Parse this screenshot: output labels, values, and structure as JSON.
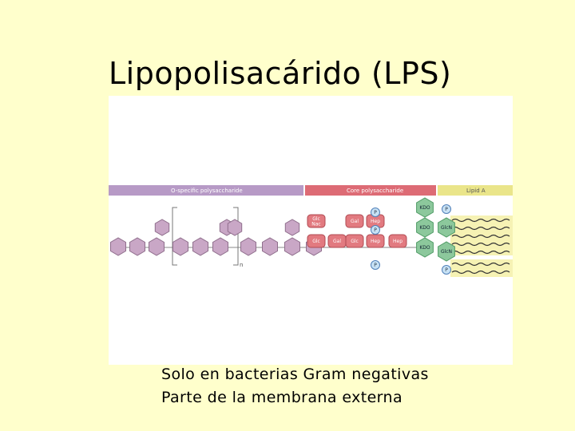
{
  "slide": {
    "title": "Lipopolisacárido (LPS)",
    "bullets": [
      "Solo en bacterias Gram negativas",
      "Parte de la membrana externa"
    ]
  },
  "diagram": {
    "regions": [
      {
        "label": "O-specific polysaccharide",
        "color": "#B79AC6"
      },
      {
        "label": "Core polysaccharide",
        "color": "#DD6B75"
      },
      {
        "label": "Lipid A",
        "color": "#EAE58A"
      }
    ],
    "repeat_subscript": "n",
    "core_sugars": {
      "glcnac": "Glc\nNac",
      "gal": "Gal",
      "hep": "Hep",
      "glc": "Glc",
      "kdo": "KDO",
      "glcn": "GlcN",
      "phosphate": "P"
    },
    "colors": {
      "o_sugar": "#C9A7C6",
      "o_sugar_stroke": "#8F6E8C",
      "core_sugar": "#E27A80",
      "core_sugar_stroke": "#B04A52",
      "kdo": "#8CC89C",
      "kdo_stroke": "#4E9A64",
      "lipid": "#F6F2B4",
      "phosphate": "#C8E2F5",
      "phosphate_stroke": "#4F7FB8"
    }
  }
}
